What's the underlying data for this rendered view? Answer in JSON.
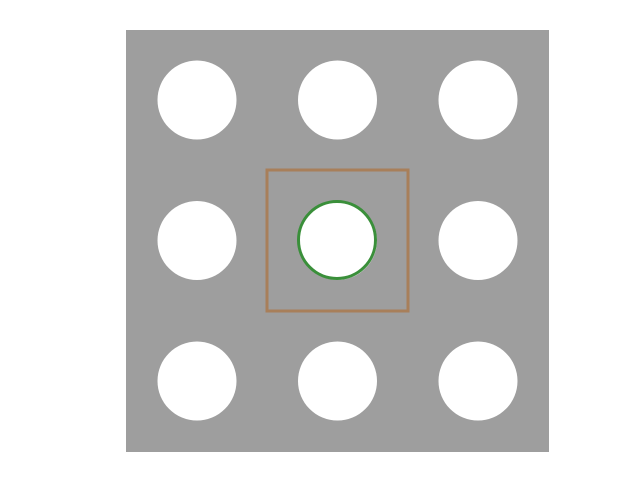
{
  "colors": {
    "background": "#ffffff",
    "plate": "#9e9e9e",
    "hole": "#ffffff",
    "unit_cell_outline": "#a87f5a",
    "center_hole_outline": "#3a8f3a"
  },
  "lattice": {
    "rows": 3,
    "cols": 3,
    "highlighted_cell": {
      "row": 1,
      "col": 1
    }
  }
}
